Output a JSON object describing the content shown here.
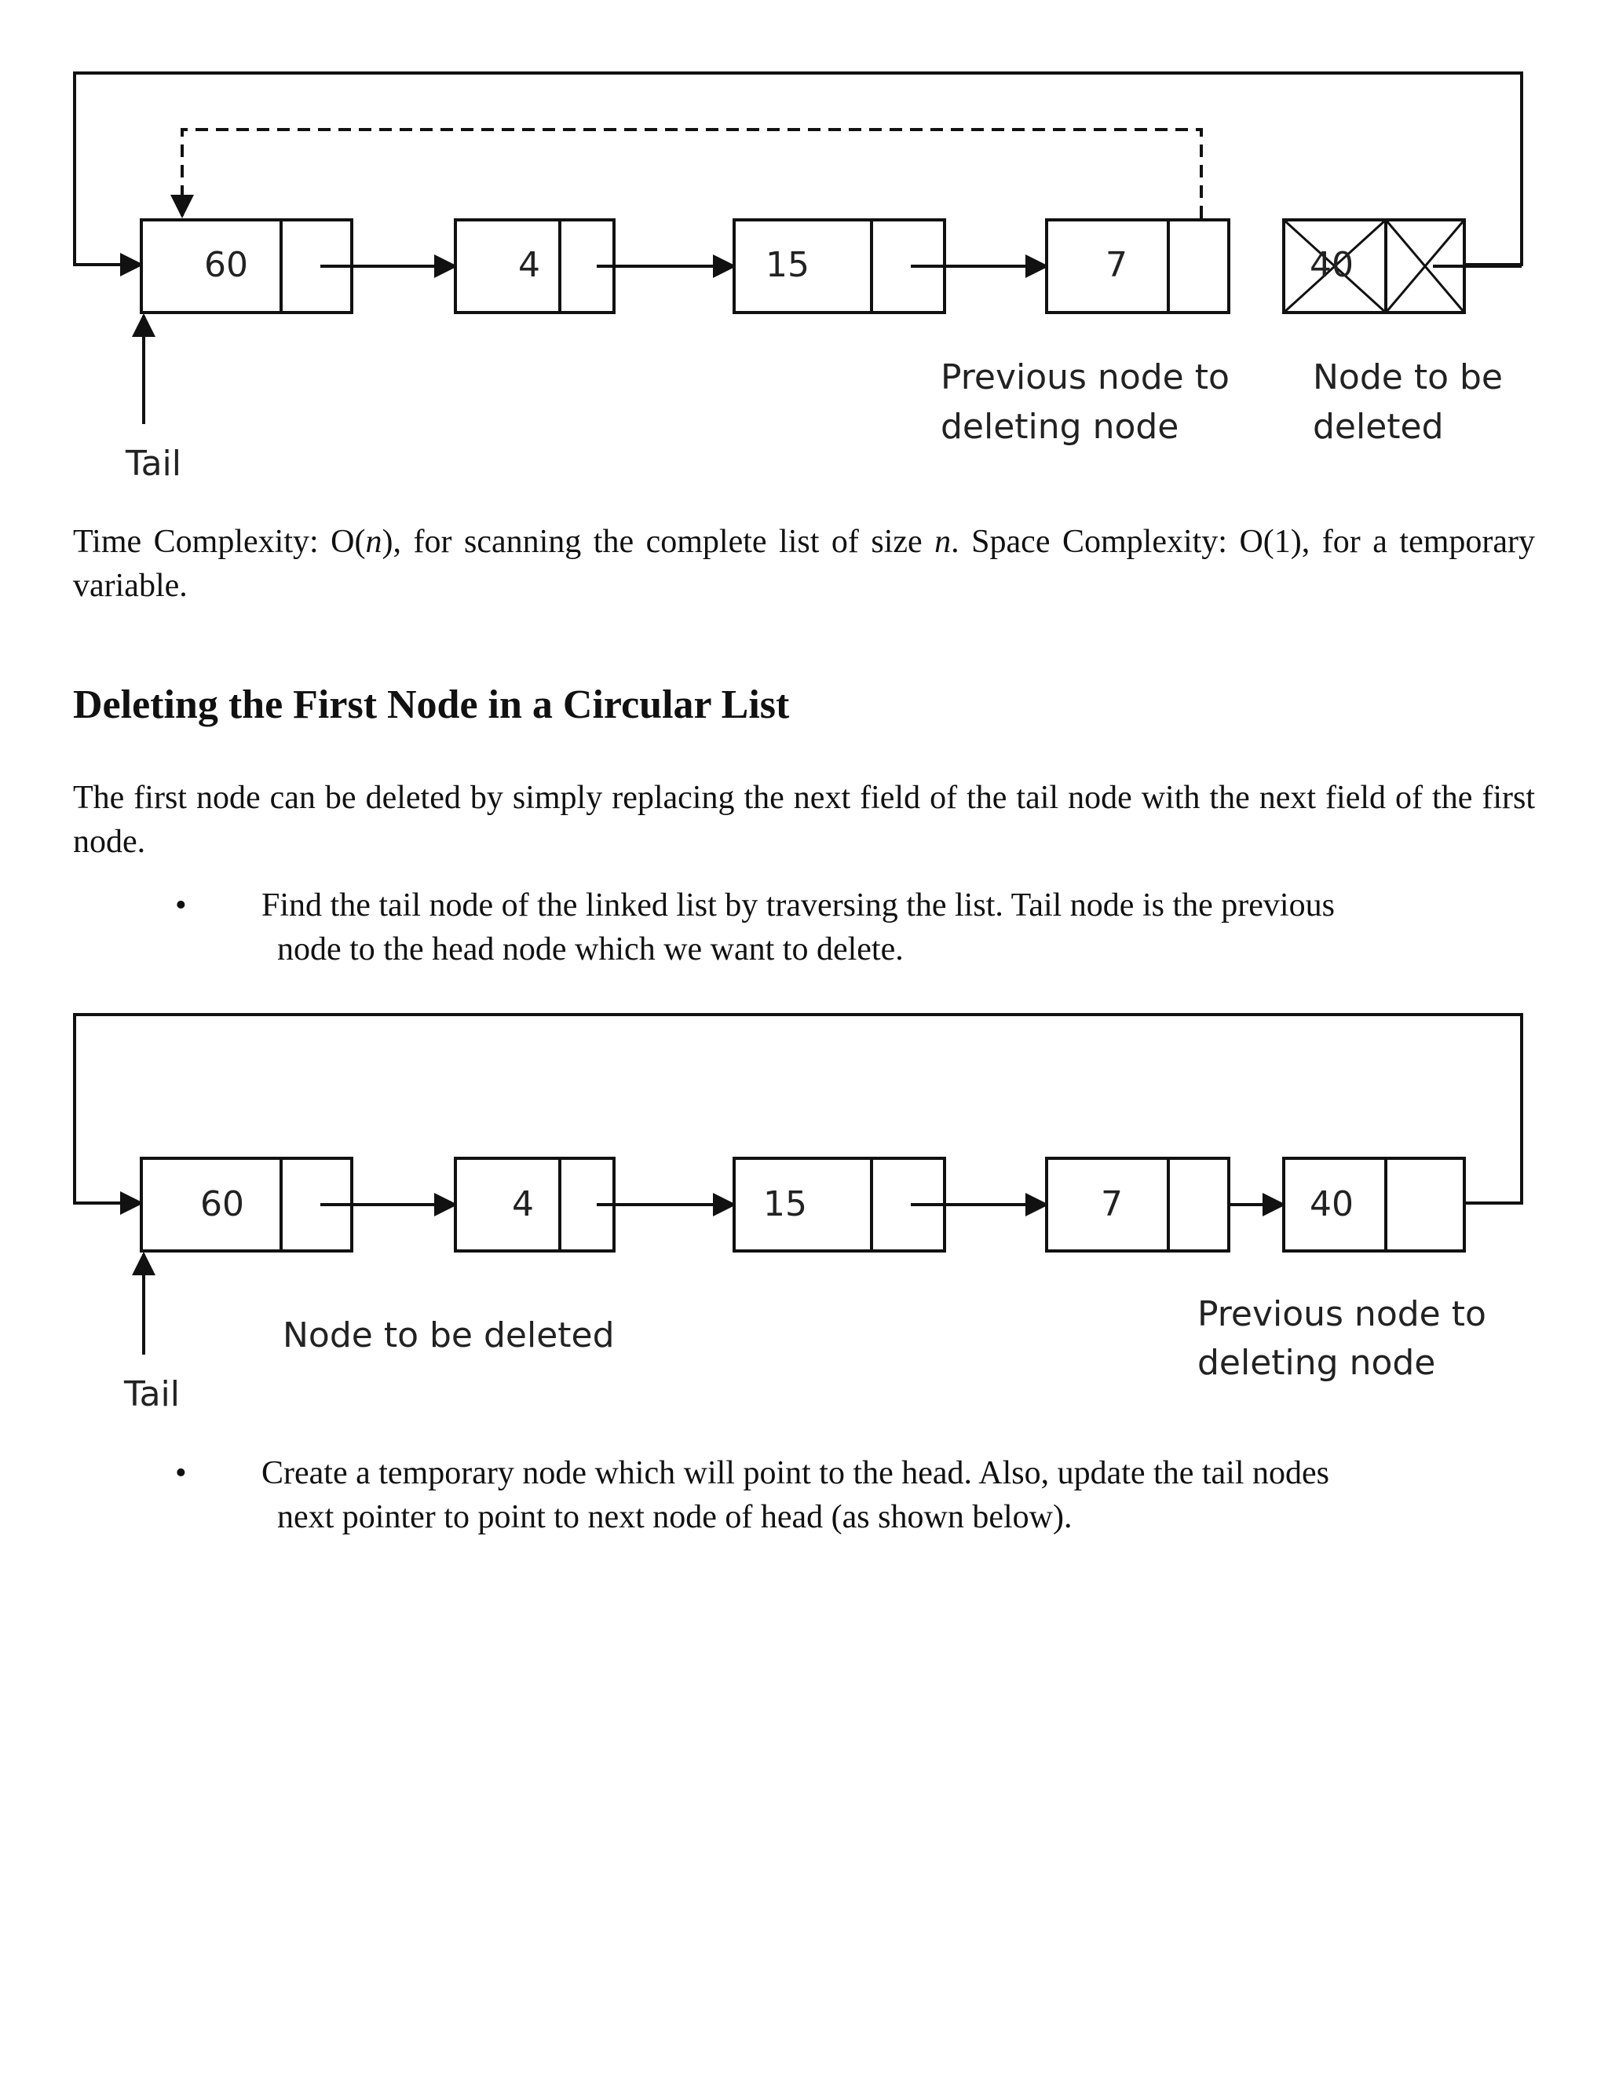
{
  "diagram1": {
    "nodes": [
      "60",
      "4",
      "15",
      "7",
      "40"
    ],
    "tail_label": "Tail",
    "prev_label": [
      "Previous node to",
      "deleting node"
    ],
    "del_label": [
      "Node to be",
      "deleted"
    ]
  },
  "complexity_text_html": "Time Complexity: O(<i>n</i>), for scanning the complete list of size <i>n</i>. Space Complexity: O(1), for a temporary variable.",
  "heading": "Deleting the First Node in a Circular List",
  "intro": "The first node can be deleted by simply replacing the next field of the tail node with the next field of the first node.",
  "bullet1": {
    "marker": "•",
    "line1": "Find the tail node of the linked list by traversing the list. Tail node is the previous",
    "line2": "node to the head node which we want to delete."
  },
  "diagram2": {
    "nodes": [
      "60",
      "4",
      "15",
      "7",
      "40"
    ],
    "tail_label": "Tail",
    "del_label": "Node to be deleted",
    "prev_label": [
      "Previous node to",
      "deleting node"
    ]
  },
  "bullet2": {
    "marker": "•",
    "line1": "Create a temporary node which will point to the head. Also, update the tail nodes",
    "line2": "next pointer to point to next node of head (as shown below)."
  }
}
